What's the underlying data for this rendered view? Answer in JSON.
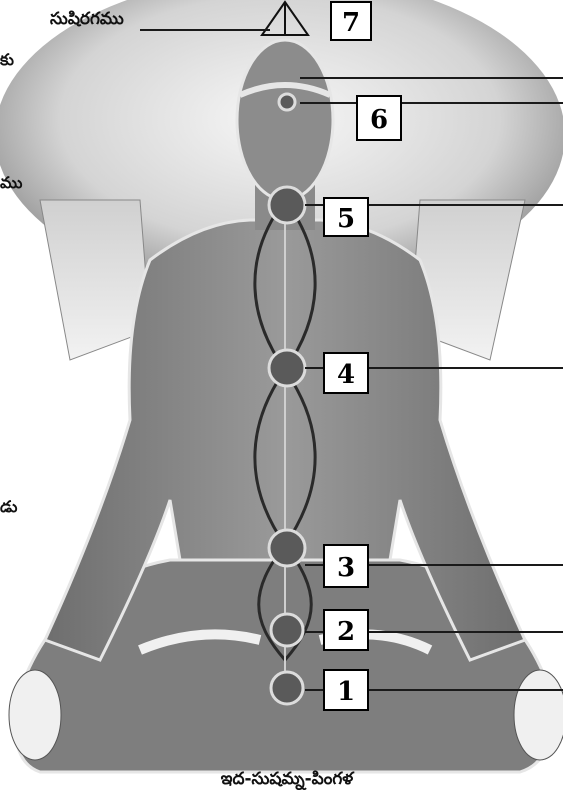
{
  "labels": {
    "top_label": "సుషిరగము",
    "bottom_caption": "ఇద-సుషమ్న-పింగళ",
    "left_fragment_1": "కు",
    "left_fragment_2": "ము",
    "left_fragment_3": "డు"
  },
  "chakras": [
    {
      "number": "1"
    },
    {
      "number": "2"
    },
    {
      "number": "3"
    },
    {
      "number": "4"
    },
    {
      "number": "5"
    },
    {
      "number": "6"
    },
    {
      "number": "7"
    }
  ],
  "colors": {
    "figure_fill": "#8c8c8c",
    "figure_outline": "#e6e6e6",
    "halo": "#d9d9d9",
    "lines": "#1a1a1a"
  }
}
